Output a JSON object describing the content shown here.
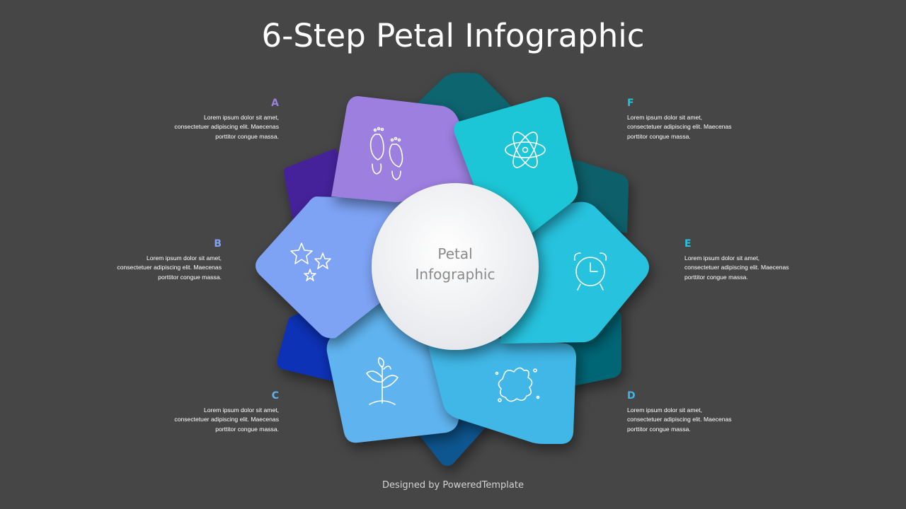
{
  "title": "6-Step Petal Infographic",
  "center": {
    "line1": "Petal",
    "line2": "Infographic"
  },
  "footer": "Designed by PoweredTemplate",
  "steps": [
    {
      "letter": "A",
      "color": "#9d7fe0",
      "icon": "footprints-icon",
      "line1": "Lorem ipsum dolor sit amet,",
      "line2": "consectetuer adipiscing elit. Maecenas",
      "line3": "porttitor congue massa."
    },
    {
      "letter": "B",
      "color": "#7ea3f5",
      "icon": "stars-icon",
      "line1": "Lorem ipsum dolor sit amet,",
      "line2": "consectetuer adipiscing elit. Maecenas",
      "line3": "porttitor congue massa."
    },
    {
      "letter": "C",
      "color": "#5fb4f0",
      "icon": "sprout-icon",
      "line1": "Lorem ipsum dolor sit amet,",
      "line2": "consectetuer adipiscing elit. Maecenas",
      "line3": "porttitor congue massa."
    },
    {
      "letter": "D",
      "color": "#3fb7e6",
      "icon": "paint-splash-icon",
      "line1": "Lorem ipsum dolor sit amet,",
      "line2": "consectetuer adipiscing elit. Maecenas",
      "line3": "porttitor congue massa."
    },
    {
      "letter": "E",
      "color": "#26c2de",
      "icon": "alarm-clock-icon",
      "line1": "Lorem ipsum dolor sit amet,",
      "line2": "consectetuer adipiscing elit. Maecenas",
      "line3": "porttitor congue massa."
    },
    {
      "letter": "F",
      "color": "#1cc6d6",
      "icon": "atom-icon",
      "line1": "Lorem ipsum dolor sit amet,",
      "line2": "consectetuer adipiscing elit. Maecenas",
      "line3": "porttitor congue massa."
    }
  ]
}
